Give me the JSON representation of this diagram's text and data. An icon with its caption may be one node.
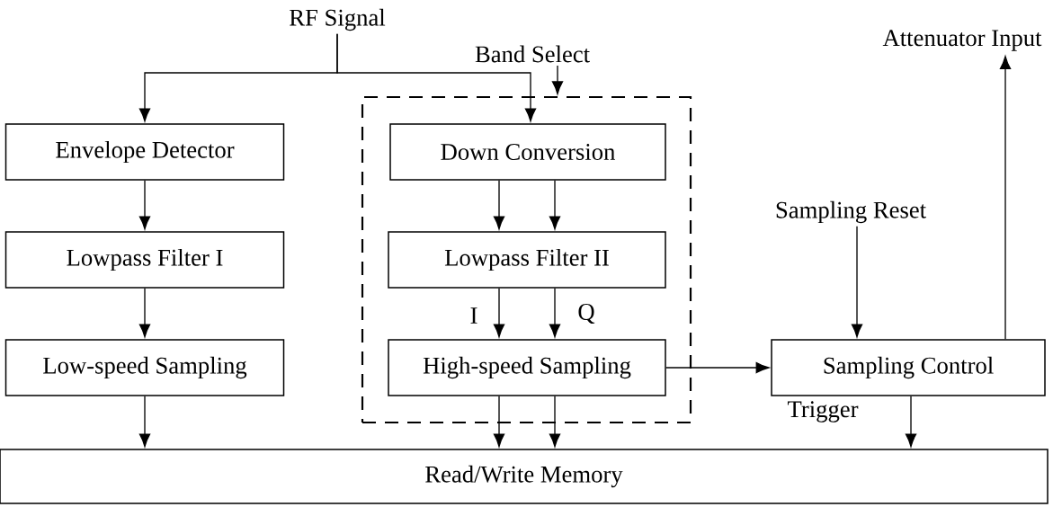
{
  "diagram": {
    "nodes": [
      {
        "text": [
          "RF Signal"
        ]
      },
      {
        "text": [
          "Band Select"
        ]
      },
      {
        "text": [],
        "shape": "box"
      },
      {
        "text": [
          "Attenuator Input"
        ]
      },
      {
        "text": [
          "Envelope Detector"
        ]
      },
      {
        "text": [
          "Down Conversion"
        ],
        "in": 2
      },
      {
        "text": [
          "Sampling Reset"
        ]
      },
      {
        "text": [
          "Lowpass Filter I"
        ]
      },
      {
        "text": [
          "Lowpass Filter II"
        ],
        "in": 2
      },
      {
        "text": [
          "Low-speed Sampling"
        ]
      },
      {
        "text": [
          "High-speed Sampling"
        ],
        "in": 2
      },
      {
        "text": [
          "Sampling Control"
        ]
      },
      {
        "text": [
          "Read/Write Memory"
        ]
      }
    ],
    "edges": [
      {
        "from": 0,
        "to": 4,
        "arrow": "to"
      },
      {
        "from": 0,
        "to": 5,
        "arrow": "to"
      },
      {
        "from": 1,
        "to": 2,
        "arrow": "to"
      },
      {
        "from": 11,
        "to": 3,
        "arrow": "to"
      },
      {
        "from": 4,
        "to": 7,
        "arrow": "to"
      },
      {
        "from": 5,
        "to": 8,
        "arrow": "to"
      },
      {
        "from": 5,
        "to": 8,
        "arrow": "to"
      },
      {
        "from": 6,
        "to": 11,
        "arrow": "to"
      },
      {
        "from": 7,
        "to": 9,
        "arrow": "to"
      },
      {
        "from": 8,
        "to": 10,
        "arrow": "to",
        "label": "I"
      },
      {
        "from": 8,
        "to": 10,
        "arrow": "to",
        "label": "Q"
      },
      {
        "from": 10,
        "to": 11,
        "arrow": "to"
      },
      {
        "from": 9,
        "to": 12,
        "arrow": "to"
      },
      {
        "from": 10,
        "to": 12,
        "arrow": "to"
      },
      {
        "from": 10,
        "to": 12,
        "arrow": "to"
      },
      {
        "from": 11,
        "to": 12,
        "arrow": "to",
        "label": "Trigger"
      }
    ]
  }
}
